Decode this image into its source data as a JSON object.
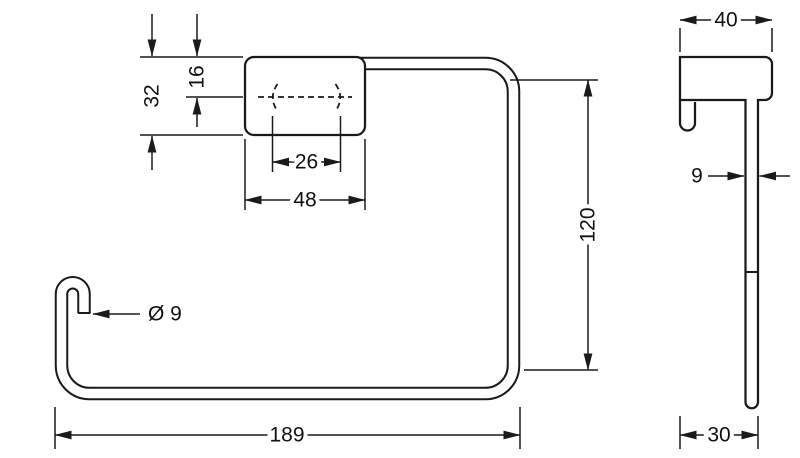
{
  "drawing": {
    "kind": "technical-dimension-drawing",
    "colors": {
      "ink": "#1a1a1a",
      "paper": "#ffffff"
    }
  },
  "front_view": {
    "dims": {
      "d16": "16",
      "d32": "32",
      "d26": "26",
      "d48": "48",
      "d120": "120",
      "dia": "Ø 9",
      "d189": "189"
    }
  },
  "side_view": {
    "dims": {
      "d40": "40",
      "d9": "9",
      "d30": "30"
    }
  }
}
